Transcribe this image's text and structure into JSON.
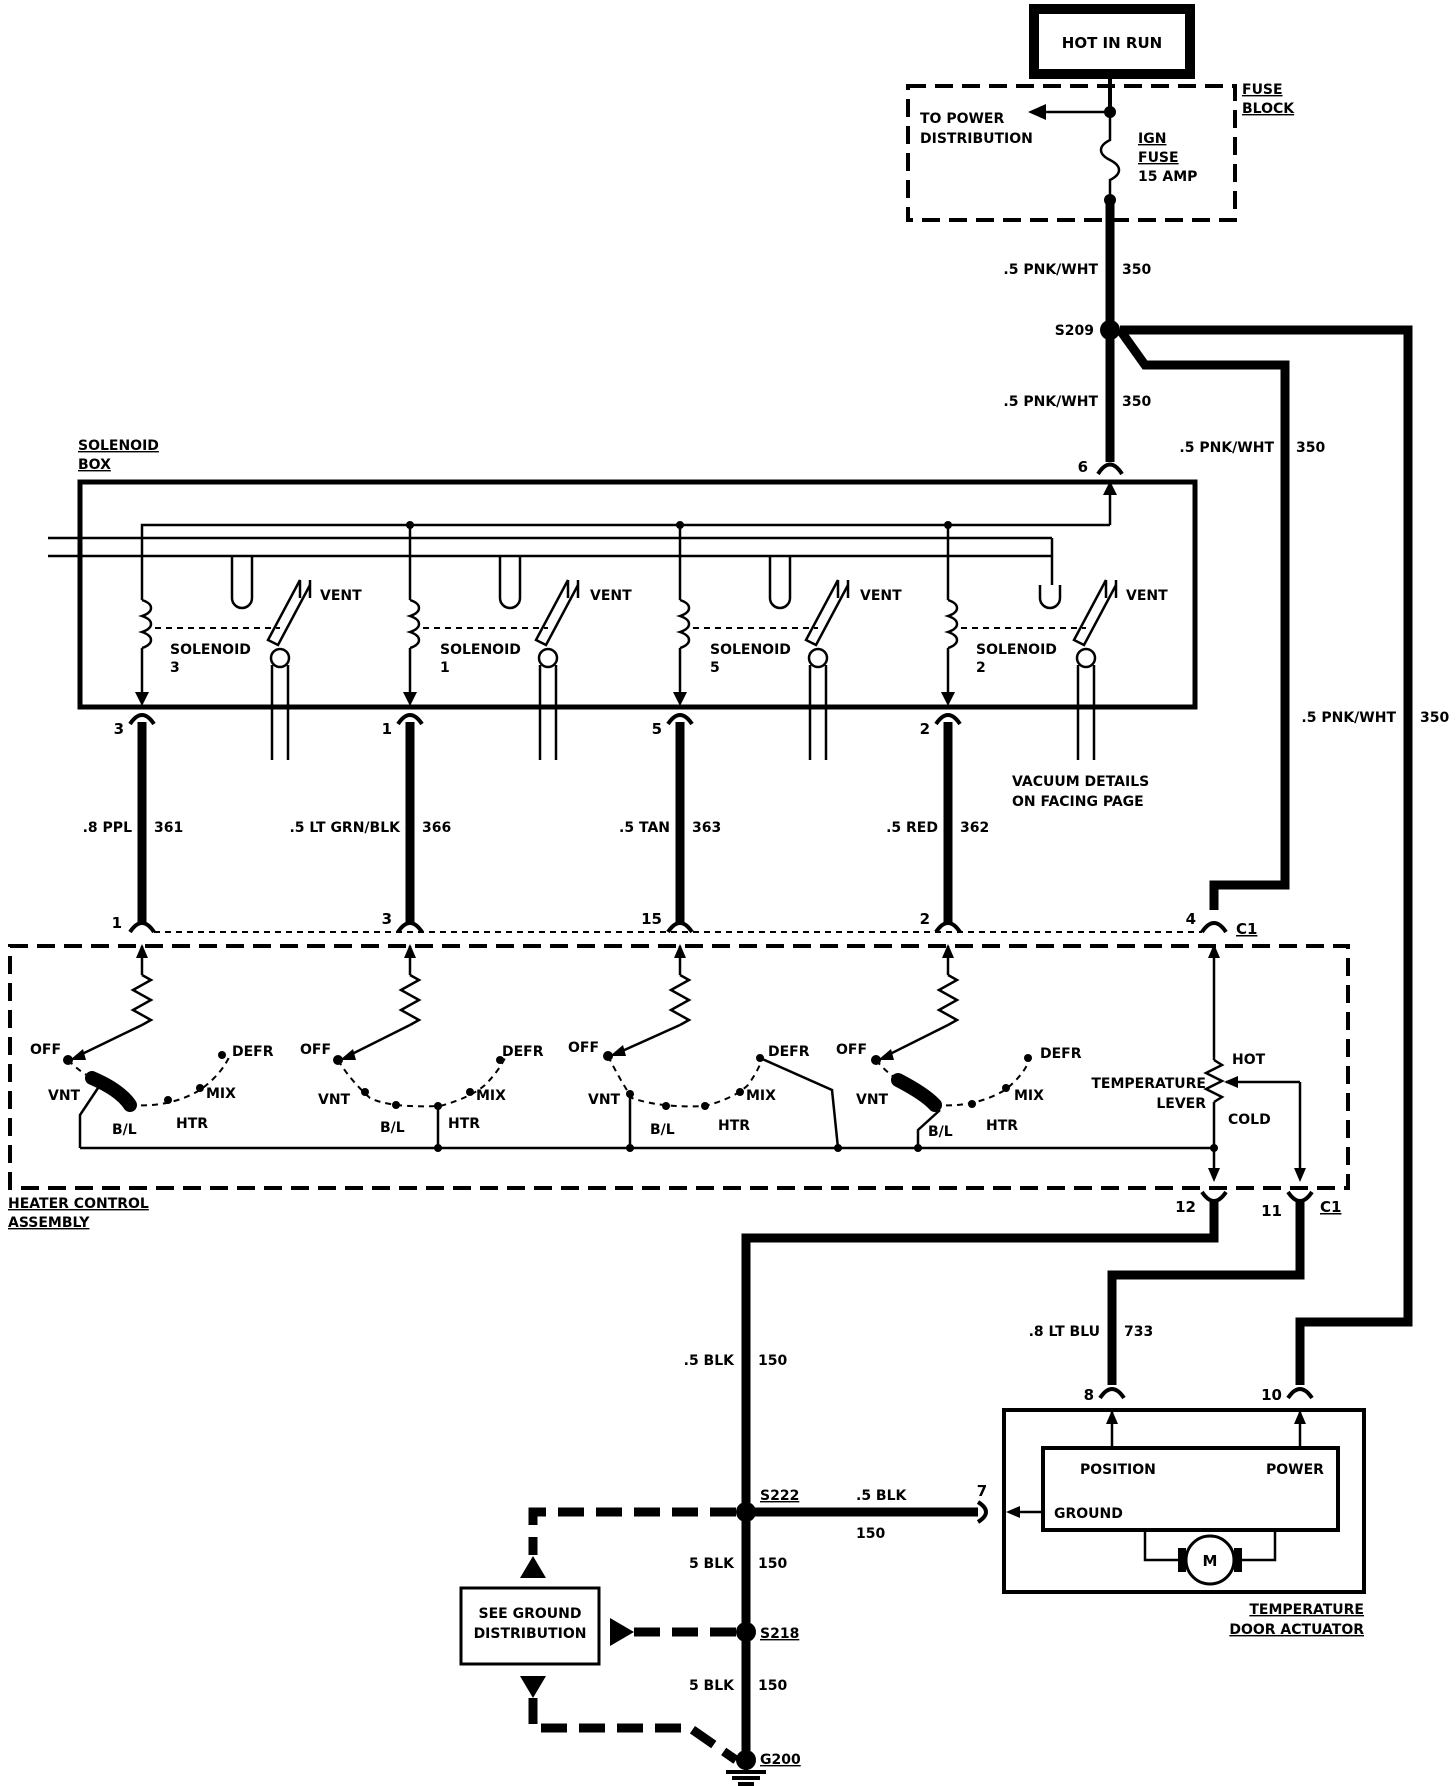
{
  "power": {
    "source": "HOT IN RUN"
  },
  "fuse_block": {
    "label_line1": "FUSE",
    "label_line2": "BLOCK",
    "to_power_line1": "TO POWER",
    "to_power_line2": "DISTRIBUTION",
    "fuse_line1": "IGN",
    "fuse_line2": "FUSE",
    "fuse_line3": "15 AMP"
  },
  "splices": {
    "s209": "S209",
    "s222": "S222",
    "s218": "S218",
    "g200": "G200"
  },
  "wires": {
    "pnk_top_gauge": ".5 PNK/WHT",
    "pnk_top_circuit": "350",
    "pnk_mid_gauge": ".5 PNK/WHT",
    "pnk_mid_circuit": "350",
    "pnk_c1_gauge": ".5 PNK/WHT",
    "pnk_c1_circuit": "350",
    "pnk_actuator_gauge": ".5 PNK/WHT",
    "pnk_actuator_circuit": "350",
    "ppl_gauge": ".8 PPL",
    "ppl_circuit": "361",
    "grn_gauge": ".5 LT GRN/BLK",
    "grn_circuit": "366",
    "tan_gauge": ".5 TAN",
    "tan_circuit": "363",
    "red_gauge": ".5 RED",
    "red_circuit": "362",
    "blu_gauge": ".8 LT BLU",
    "blu_circuit": "733",
    "blk_main_gauge": ".5 BLK",
    "blk_main_circuit": "150",
    "blk_act_gauge": ".5 BLK",
    "blk_act_circuit": "150",
    "blk_218_gauge": "5 BLK",
    "blk_218_circuit": "150",
    "blk_g200_gauge": "5 BLK",
    "blk_g200_circuit": "150"
  },
  "solenoid_box": {
    "label_line1": "SOLENOID",
    "label_line2": "BOX",
    "pin_power": "6",
    "vent": "VENT",
    "solenoid_word": "SOLENOID",
    "solenoids": [
      {
        "number": "3",
        "pin": "3"
      },
      {
        "number": "1",
        "pin": "1"
      },
      {
        "number": "5",
        "pin": "5"
      },
      {
        "number": "2",
        "pin": "2"
      }
    ],
    "vacuum_line1": "VACUUM DETAILS",
    "vacuum_line2": "ON FACING PAGE"
  },
  "heater_control": {
    "label_line1": "HEATER CONTROL",
    "label_line2": "ASSEMBLY",
    "top_pins": [
      "1",
      "3",
      "15",
      "2"
    ],
    "pin_c1_power": "4",
    "connector": "C1",
    "bottom_pin_left": "12",
    "bottom_pin_right": "11",
    "bottom_connector": "C1",
    "switch_off": "OFF",
    "switch_vnt": "VNT",
    "switch_bl": "B/L",
    "switch_htr": "HTR",
    "switch_mix": "MIX",
    "switch_defr": "DEFR",
    "temp_hot": "HOT",
    "temp_cold": "COLD",
    "temp_line1": "TEMPERATURE",
    "temp_line2": "LEVER"
  },
  "actuator": {
    "label_line1": "TEMPERATURE",
    "label_line2": "DOOR ACTUATOR",
    "pin_position": "8",
    "pin_power": "10",
    "pin_ground": "7",
    "position": "POSITION",
    "power": "POWER",
    "ground": "GROUND",
    "motor": "M"
  },
  "ground_box": {
    "line1": "SEE GROUND",
    "line2": "DISTRIBUTION"
  }
}
